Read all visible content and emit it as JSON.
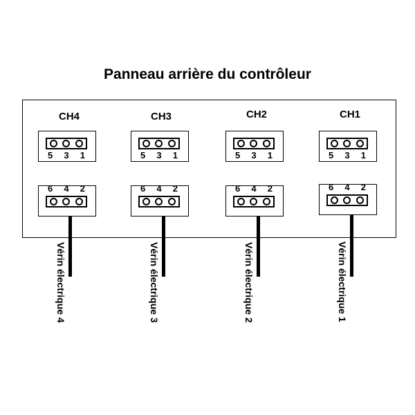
{
  "title": "Panneau arrière du contrôleur",
  "channels": [
    {
      "label": "CH4",
      "top_pins": [
        "5",
        "3",
        "1"
      ],
      "bottom_pins": [
        "6",
        "4",
        "2"
      ],
      "cable_label": "Vérin électrique 4"
    },
    {
      "label": "CH3",
      "top_pins": [
        "5",
        "3",
        "1"
      ],
      "bottom_pins": [
        "6",
        "4",
        "2"
      ],
      "cable_label": "Vérin électrique 3"
    },
    {
      "label": "CH2",
      "top_pins": [
        "5",
        "3",
        "1"
      ],
      "bottom_pins": [
        "6",
        "4",
        "2"
      ],
      "cable_label": "Vérin électrique 2"
    },
    {
      "label": "CH1",
      "top_pins": [
        "5",
        "3",
        "1"
      ],
      "bottom_pins": [
        "6",
        "4",
        "2"
      ],
      "cable_label": "Vérin électrique 1"
    }
  ]
}
